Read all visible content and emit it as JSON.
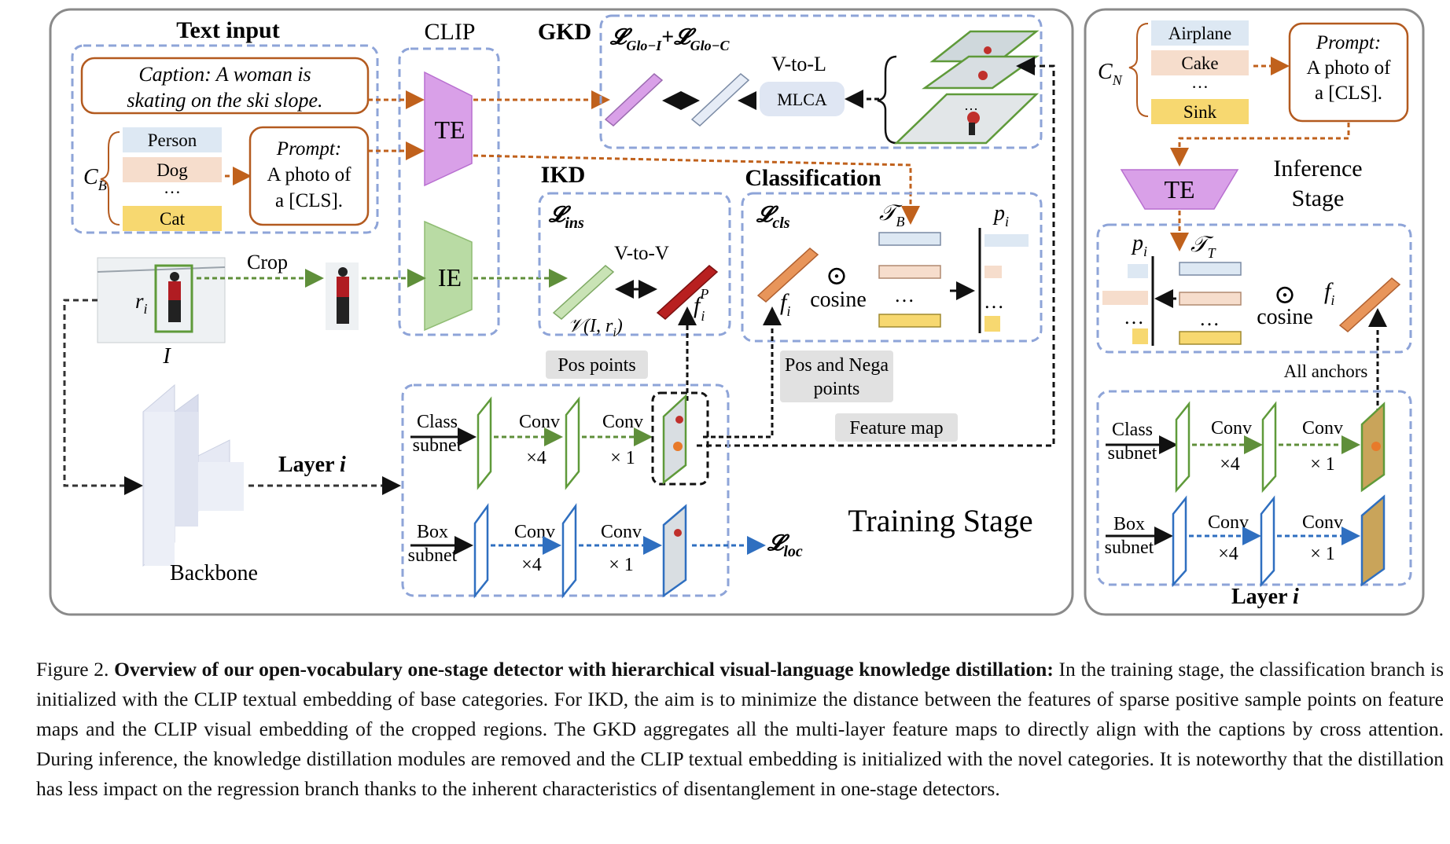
{
  "training": {
    "text_input_title": "Text input",
    "clip_title": "CLIP",
    "gkd_title": "GKD",
    "gkd_loss_a": "𝓛",
    "gkd_loss_a_sub": "Glo−I",
    "gkd_loss_plus": "+",
    "gkd_loss_b": "𝓛",
    "gkd_loss_b_sub": "Glo−C",
    "caption_line1": "Caption:  A woman is",
    "caption_line2": "skating on the ski slope.",
    "cb_label": "C",
    "cb_sub": "B",
    "categories": [
      "Person",
      "Dog",
      "…",
      "Cat"
    ],
    "prompt_line1": "Prompt:",
    "prompt_line2": "A photo of",
    "prompt_line3": "a [CLS].",
    "te_label": "TE",
    "ie_label": "IE",
    "v_to_l": "V-to-L",
    "mlca": "MLCA",
    "ikd_title": "IKD",
    "loss_ins": "𝓛",
    "loss_ins_sub": "ins",
    "v_to_v": "V-to-V",
    "v_formula": "𝒱(I, r",
    "v_formula_sub": "i",
    "v_formula_end": ")",
    "f_ip": "f",
    "f_ip_sup": "P",
    "f_ip_sub": "i",
    "classification_title": "Classification",
    "loss_cls": "𝓛",
    "loss_cls_sub": "cls",
    "t_b": "𝒯",
    "t_b_sub": "B",
    "p_i": "p",
    "p_i_sub": "i",
    "f_i": "f",
    "f_i_sub": "i",
    "cosine": "cosine",
    "odot": "⊙",
    "dots": "…",
    "crop_label": "Crop",
    "r_i": "r",
    "r_i_sub": "i",
    "image_label": "I",
    "pos_points": "Pos points",
    "pos_nega_line1": "Pos and Nega",
    "pos_nega_line2": "points",
    "feature_map": "Feature map",
    "class_subnet_line1": "Class",
    "class_subnet_line2": "subnet",
    "box_subnet_line1": "Box",
    "box_subnet_line2": "subnet",
    "conv": "Conv",
    "times4": "×4",
    "times1": "× 1",
    "layer_i": "Layer ",
    "layer_i_var": "i",
    "backbone": "Backbone",
    "loss_loc": "𝓛",
    "loss_loc_sub": "loc",
    "stage_label": "Training Stage"
  },
  "inference": {
    "cn_label": "C",
    "cn_sub": "N",
    "categories": [
      "Airplane",
      "Cake",
      "…",
      "Sink"
    ],
    "prompt_line1": "Prompt:",
    "prompt_line2": "A photo of",
    "prompt_line3": "a [CLS].",
    "te_label": "TE",
    "stage_line1": "Inference",
    "stage_line2": "Stage",
    "p_i": "p",
    "p_i_sub": "i",
    "t_t": "𝒯",
    "t_t_sub": "T",
    "cosine": "cosine",
    "odot": "⊙",
    "f_i": "f",
    "f_i_sub": "i",
    "dots": "…",
    "all_anchors": "All anchors",
    "class_subnet_line1": "Class",
    "class_subnet_line2": "subnet",
    "box_subnet_line1": "Box",
    "box_subnet_line2": "subnet",
    "conv": "Conv",
    "times4": "×4",
    "times1": "× 1",
    "layer_i": "Layer ",
    "layer_i_var": "i"
  },
  "figure_caption": {
    "label": "Figure 2.",
    "bold_title": "Overview of our open-vocabulary one-stage detector with hierarchical visual-language knowledge distillation:",
    "body": "In the training stage, the classification branch is initialized with the CLIP textual embedding of base categories. For IKD, the aim is to minimize the distance between the features of sparse positive sample points on feature maps and the CLIP visual embedding of the cropped regions. The GKD aggregates all the multi-layer feature maps to directly align with the captions by cross attention. During inference, the knowledge distillation modules are removed and the CLIP textual embedding is initialized with the novel categories. It is noteworthy that the distillation has less impact on the regression branch thanks to the inherent characteristics of disentanglement in one-stage detectors."
  },
  "colors": {
    "panel_border": "#8a8a8a",
    "dashed_blue": "#8ea4d8",
    "orange_arrow": "#c0611c",
    "green_arrow": "#5f8f3a",
    "blue_arrow": "#2f6fc0",
    "te_purple": "#d9a0e8",
    "ie_green": "#b9dba4",
    "person_blue": "#dde8f3",
    "dog_peach": "#f6ddcc",
    "cat_yellow": "#f7d870",
    "mlca_blue": "#dfe6f3",
    "gray_label": "#e1e1e1"
  }
}
